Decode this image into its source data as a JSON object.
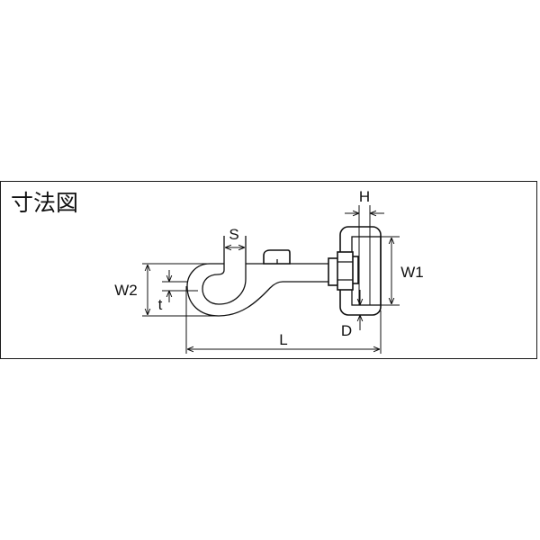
{
  "diagram": {
    "title": "寸法図",
    "labels": {
      "H": "H",
      "S": "S",
      "W1": "W1",
      "W2": "W2",
      "t": "t",
      "D": "D",
      "L": "L"
    },
    "subject": "snap hook with swivel eye",
    "colors": {
      "line": "#111111",
      "background": "#ffffff",
      "frame": "#1a1a1a"
    }
  }
}
